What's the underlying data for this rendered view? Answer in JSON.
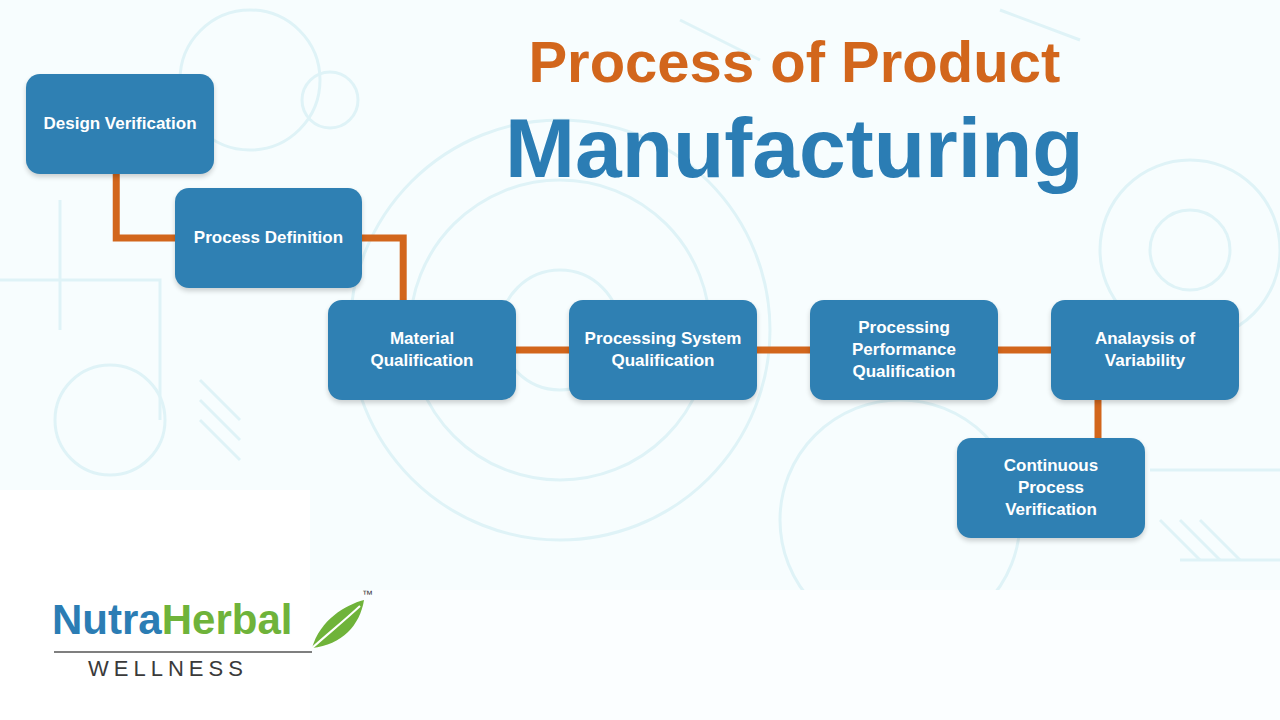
{
  "diagram": {
    "title": "Process of Product",
    "nodes": [
      {
        "text": [
          "Design Verification"
        ]
      },
      {
        "text": [
          "Process Definition"
        ]
      },
      {
        "text": [
          "Material Qualification"
        ]
      },
      {
        "text": [
          "Processing System Qualification"
        ]
      },
      {
        "text": [
          "Processing Performance Qualification"
        ]
      },
      {
        "text": [
          "Analaysis of Variability"
        ]
      },
      {
        "text": [
          "Continuous Process Verification"
        ]
      }
    ],
    "edges": [
      {
        "from": 0,
        "to": 1,
        "arrow": "none"
      },
      {
        "from": 1,
        "to": 2,
        "arrow": "none"
      },
      {
        "from": 2,
        "to": 3,
        "arrow": "none"
      },
      {
        "from": 3,
        "to": 4,
        "arrow": "none"
      },
      {
        "from": 4,
        "to": 5,
        "arrow": "none"
      },
      {
        "from": 5,
        "to": 6,
        "arrow": "none"
      }
    ],
    "labels": [
      "Manufacturing",
      "Nutra",
      "Herbal",
      "™",
      "WELLNESS"
    ]
  }
}
